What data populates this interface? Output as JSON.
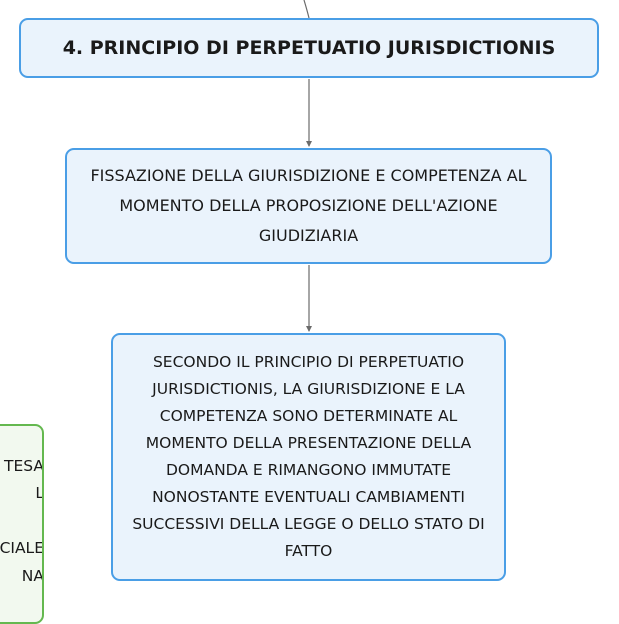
{
  "nodes": {
    "title": "4. PRINCIPIO DI PERPETUATIO JURISDICTIONIS",
    "fissazione": "FISSAZIONE DELLA GIURISDIZIONE E COMPETENZA AL MOMENTO DELLA PROPOSIZIONE DELL'AZIONE GIUDIZIARIA",
    "spiegazione": "SECONDO IL PRINCIPIO DI PERPETUATIO JURISDICTIONIS, LA GIURISDIZIONE E LA COMPETENZA SONO DETERMINATE AL MOMENTO DELLA PRESENTAZIONE DELLA DOMANDA E RIMANGONO IMMUTATE NONOSTANTE EVENTUALI CAMBIAMENTI SUCCESSIVI DELLA LEGGE O DELLO STATO DI FATTO",
    "side_fragments": [
      "TESA",
      "L",
      "CIALE",
      "NA"
    ]
  },
  "colors": {
    "node_border": "#4a9ee6",
    "node_fill": "#eaf3fc",
    "side_border": "#64b84f",
    "side_fill": "#f2f9ef",
    "connector": "#6b6b6b"
  }
}
